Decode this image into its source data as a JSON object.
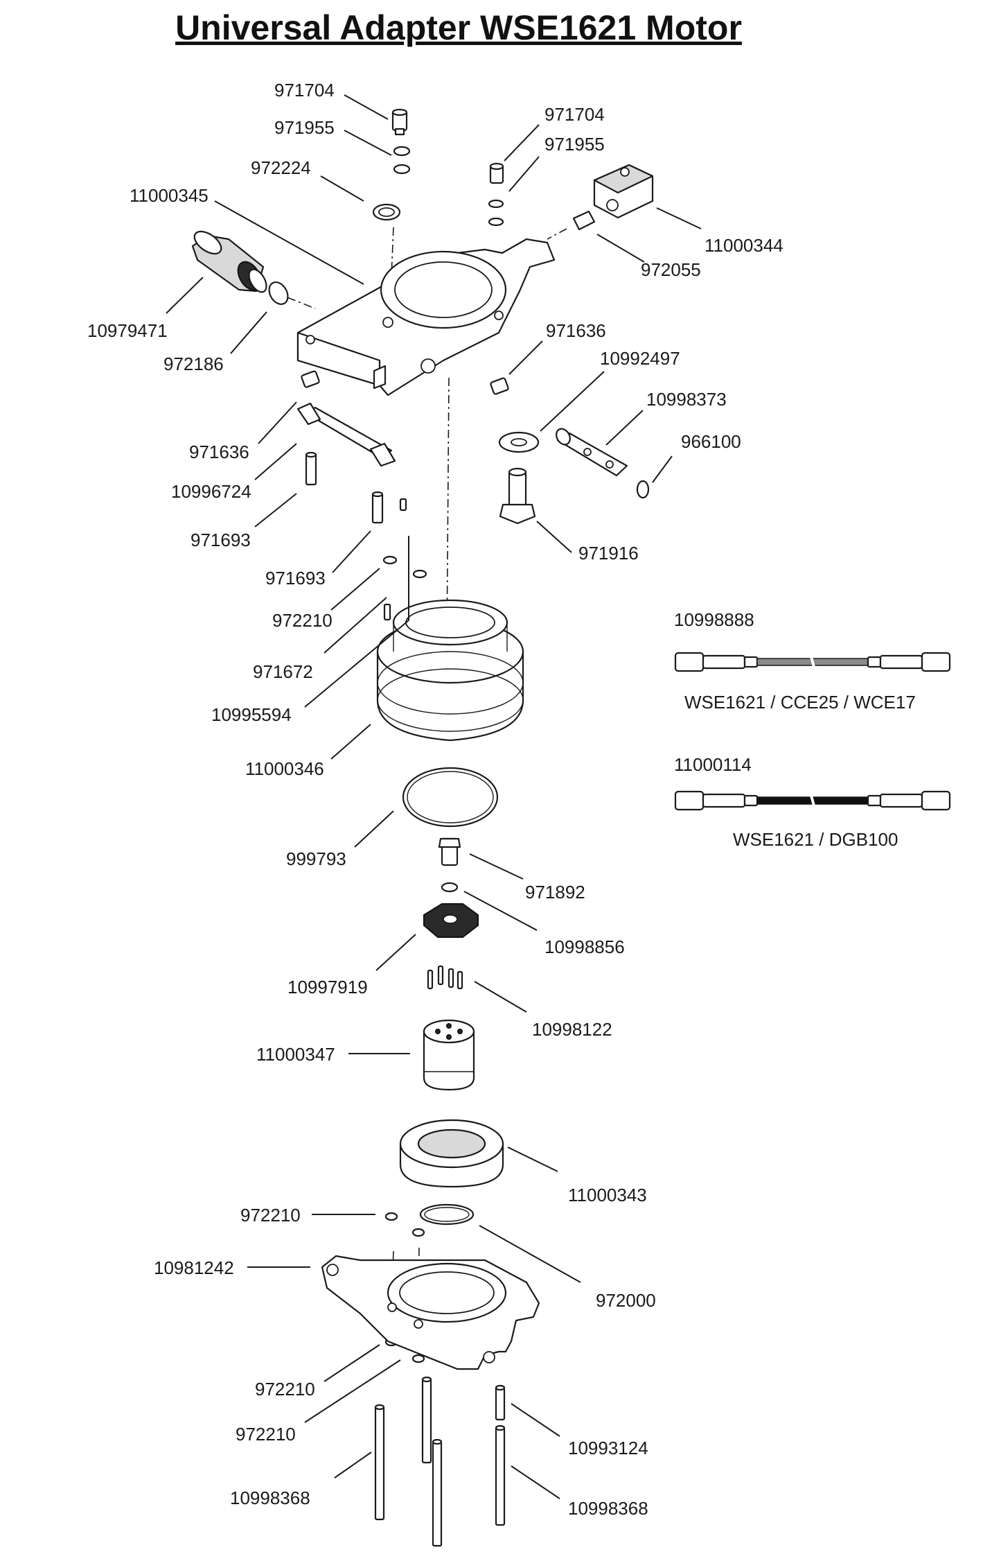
{
  "title": "Universal Adapter WSE1621 Motor",
  "labels": {
    "p971704_a": "971704",
    "p971955_a": "971955",
    "p972224": "972224",
    "p11000345": "11000345",
    "p971704_b": "971704",
    "p971955_b": "971955",
    "p11000344": "11000344",
    "p972055": "972055",
    "p10979471": "10979471",
    "p972186": "972186",
    "p971636_a": "971636",
    "p10992497": "10992497",
    "p10998373": "10998373",
    "p966100": "966100",
    "p971636_b": "971636",
    "p10996724": "10996724",
    "p971693_a": "971693",
    "p971916": "971916",
    "p971693_b": "971693",
    "p972210_a": "972210",
    "p971672": "971672",
    "p10995594": "10995594",
    "p11000346": "11000346",
    "p999793": "999793",
    "p971892": "971892",
    "p10998856": "10998856",
    "p10997919": "10997919",
    "p10998122": "10998122",
    "p11000347": "11000347",
    "p11000343": "11000343",
    "p972210_b": "972210",
    "p10981242": "10981242",
    "p972000": "972000",
    "p972210_c": "972210",
    "p972210_d": "972210",
    "p10993124": "10993124",
    "p10998368_a": "10998368",
    "p10998368_b": "10998368"
  },
  "cables": [
    {
      "part": "10998888",
      "caption": "WSE1621 / CCE25 / WCE17",
      "color": "#8a8a8a"
    },
    {
      "part": "11000114",
      "caption": "WSE1621 / DGB100",
      "color": "#111111"
    }
  ]
}
